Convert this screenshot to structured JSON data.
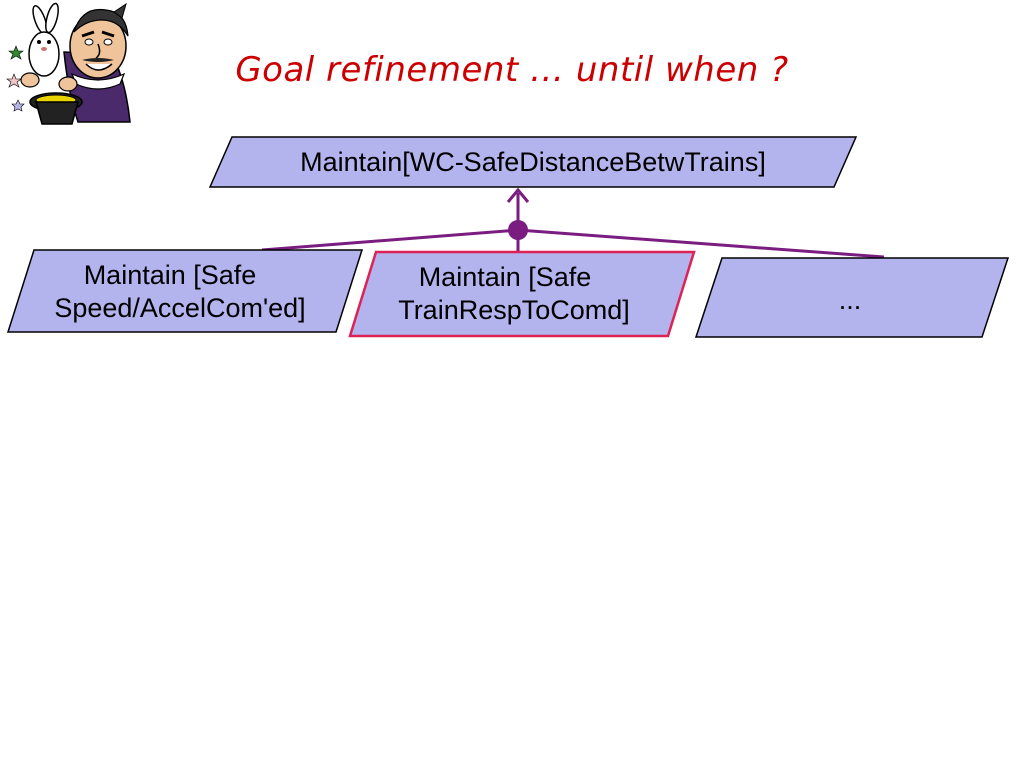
{
  "slide": {
    "title": "Goal refinement … until when ?"
  },
  "colors": {
    "title": "#cc0000",
    "goal_fill": "#b3b3ee",
    "goal_border": "#000000",
    "highlight_border": "#dd2255",
    "refinement_link": "#7a1c80"
  },
  "clipart": {
    "icon": "magician-with-rabbit-icon"
  },
  "diagram": {
    "parent_goal": {
      "label": "Maintain[WC-SafeDistanceBetwTrains]"
    },
    "subgoals": [
      {
        "line1": "Maintain [Safe",
        "line2": "Speed/AccelCom'ed]"
      },
      {
        "line1": "Maintain [Safe",
        "line2": "TrainRespToComd]",
        "highlighted": true
      },
      {
        "line1": "..."
      }
    ]
  }
}
